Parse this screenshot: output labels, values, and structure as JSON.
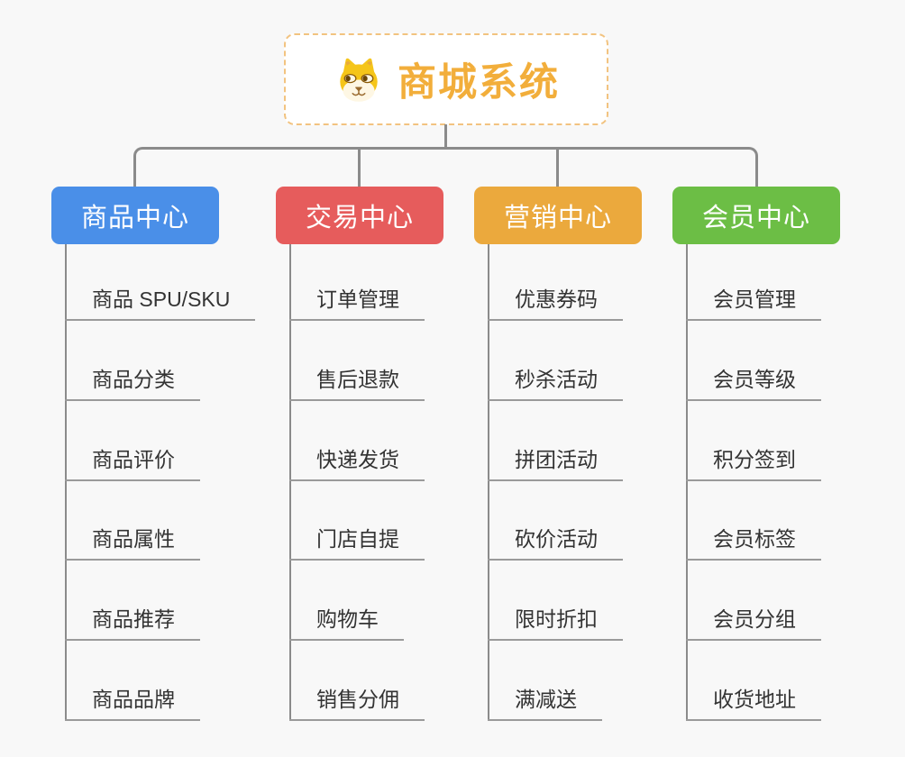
{
  "root": {
    "title": "商城系统",
    "icon": "shiba-dog-icon"
  },
  "branches": [
    {
      "label": "商品中心",
      "color": "#4A8FE8",
      "items": [
        "商品 SPU/SKU",
        "商品分类",
        "商品评价",
        "商品属性",
        "商品推荐",
        "商品品牌"
      ]
    },
    {
      "label": "交易中心",
      "color": "#E65C5C",
      "items": [
        "订单管理",
        "售后退款",
        "快递发货",
        "门店自提",
        "购物车",
        "销售分佣"
      ]
    },
    {
      "label": "营销中心",
      "color": "#EBA93D",
      "items": [
        "优惠券码",
        "秒杀活动",
        "拼团活动",
        "砍价活动",
        "限时折扣",
        "满减送"
      ]
    },
    {
      "label": "会员中心",
      "color": "#6CBE45",
      "items": [
        "会员管理",
        "会员等级",
        "积分签到",
        "会员标签",
        "会员分组",
        "收货地址"
      ]
    }
  ],
  "colors": {
    "background": "#F8F8F8",
    "connector": "#8B8B8B",
    "underline": "#9A9A9A",
    "item_text": "#333333",
    "root_text": "#F2AE3B",
    "root_border": "#F2C380",
    "root_bg": "#FFFFFF",
    "branch_text": "#FFFFFF"
  }
}
